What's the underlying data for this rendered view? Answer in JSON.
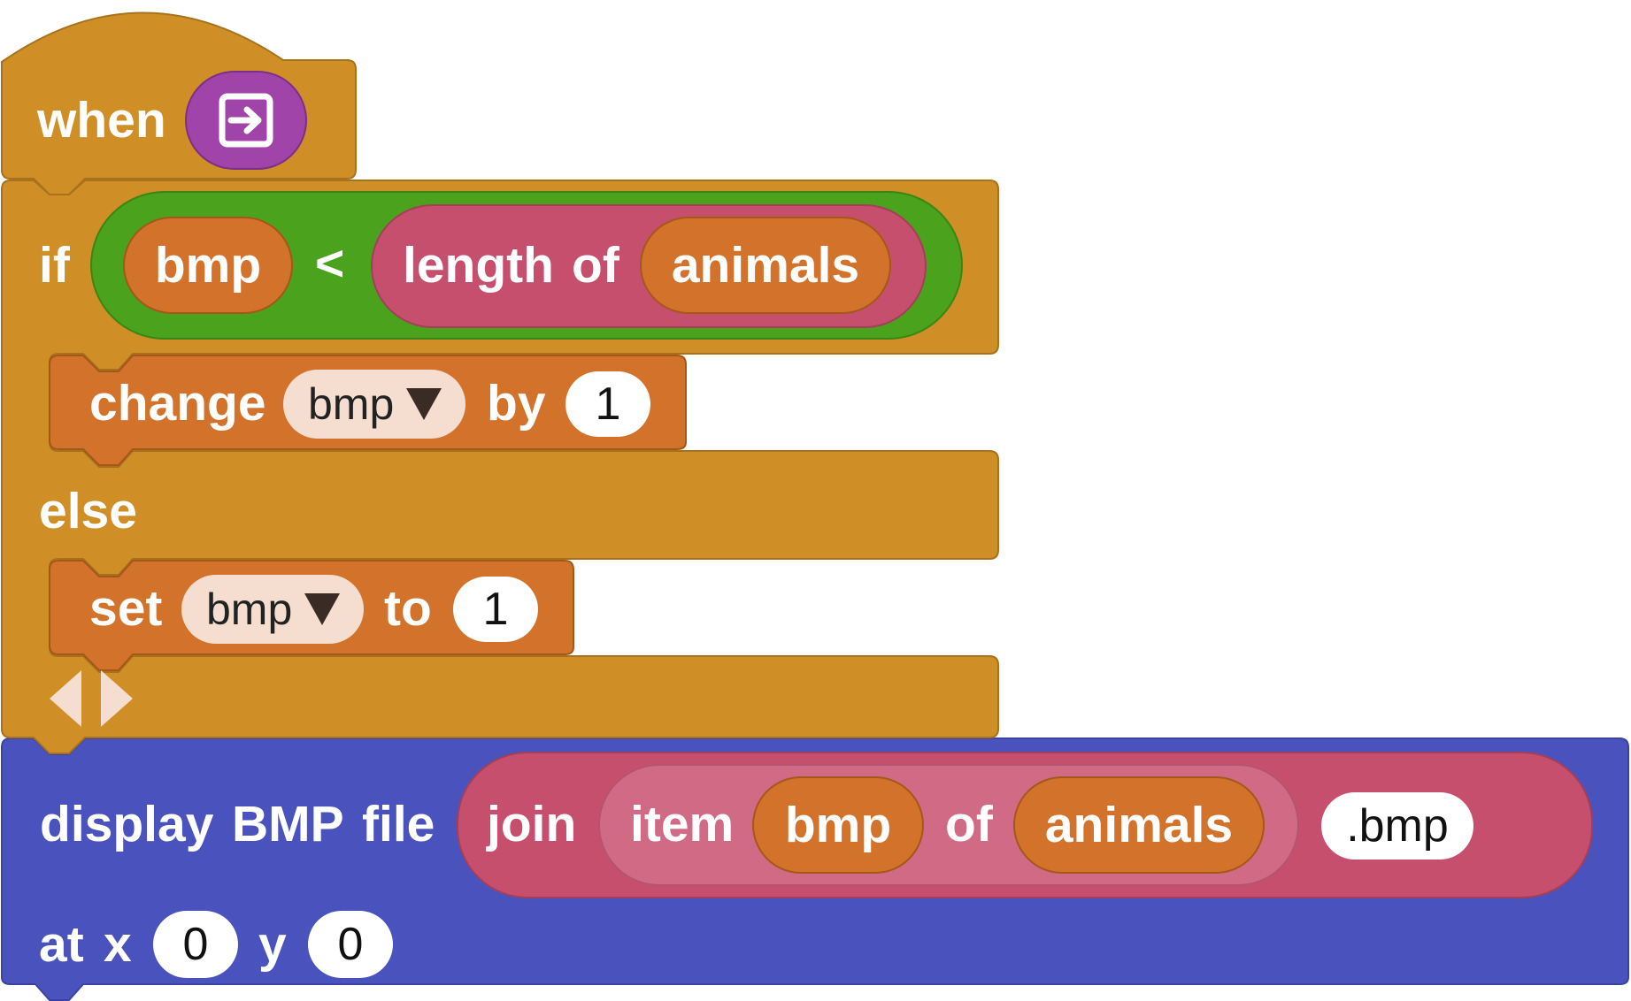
{
  "colors": {
    "control": "#cf8f26",
    "variable": "#d2722b",
    "operator_green": "#4aa21d",
    "operator_pink": "#c54f6d",
    "display": "#4a53bd",
    "event_purple": "#a044a9"
  },
  "hat_block": {
    "when_label": "when",
    "event_icon": "enter-arrow-icon"
  },
  "if_block": {
    "if_label": "if",
    "condition": {
      "left_var": "bmp",
      "operator": "<",
      "length_label": "length",
      "of_label": "of",
      "list_var": "animals"
    },
    "else_label": "else"
  },
  "change_block": {
    "change_label": "change",
    "variable": "bmp",
    "by_label": "by",
    "value": "1"
  },
  "set_block": {
    "set_label": "set",
    "variable": "bmp",
    "to_label": "to",
    "value": "1"
  },
  "display_block": {
    "display_label": "display",
    "bmp_label": "BMP",
    "file_label": "file",
    "join_label": "join",
    "item_label": "item",
    "item_index_var": "bmp",
    "of_label": "of",
    "list_var": "animals",
    "suffix_value": ".bmp",
    "at_label": "at",
    "x_label": "x",
    "x_value": "0",
    "y_label": "y",
    "y_value": "0"
  }
}
